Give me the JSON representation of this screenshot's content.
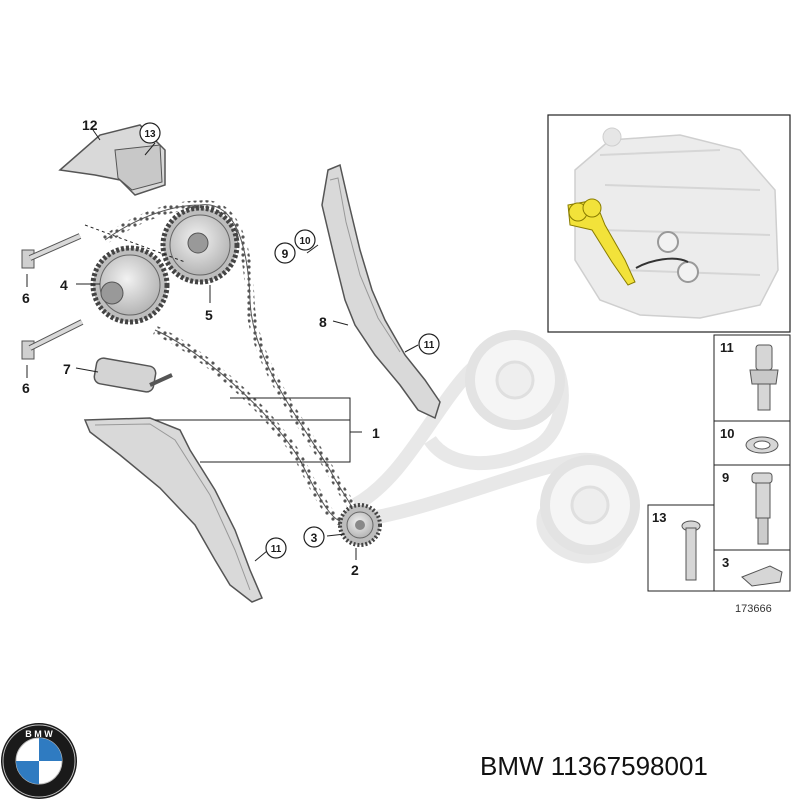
{
  "diagram": {
    "callouts": {
      "c1": "1",
      "c2": "2",
      "c3": "3",
      "c4": "4",
      "c5": "5",
      "c6a": "6",
      "c6b": "6",
      "c7": "7",
      "c8": "8",
      "c9": "9",
      "c10": "10",
      "c11a": "11",
      "c11b": "11",
      "c12": "12",
      "c13": "13"
    },
    "inset_label": "173666",
    "legend": [
      {
        "num": "11"
      },
      {
        "num": "10"
      },
      {
        "num": "9"
      },
      {
        "num": "13"
      },
      {
        "num": "3"
      }
    ]
  },
  "footer": {
    "logo_letters": "B M W",
    "text": "BMW 11367598001"
  },
  "colors": {
    "part_fill": "#d9d9d9",
    "part_stroke": "#555555",
    "ghost": "#e6e6e6",
    "highlight": "#f2e23a",
    "bmw_blue": "#2f7bc1",
    "logo_ring": "#1a1a1a"
  }
}
